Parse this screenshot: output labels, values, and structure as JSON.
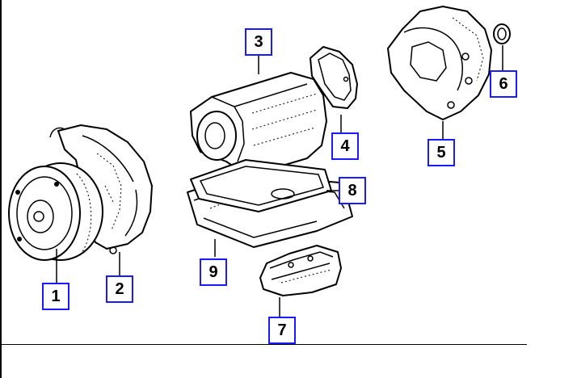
{
  "callouts": [
    {
      "id": "1",
      "label": "1"
    },
    {
      "id": "2",
      "label": "2"
    },
    {
      "id": "3",
      "label": "3"
    },
    {
      "id": "4",
      "label": "4"
    },
    {
      "id": "5",
      "label": "5"
    },
    {
      "id": "6",
      "label": "6"
    },
    {
      "id": "7",
      "label": "7"
    },
    {
      "id": "8",
      "label": "8"
    },
    {
      "id": "9",
      "label": "9"
    }
  ],
  "colors": {
    "callout_border": "#1a1aff",
    "line_art": "#000000",
    "background": "#ffffff"
  }
}
